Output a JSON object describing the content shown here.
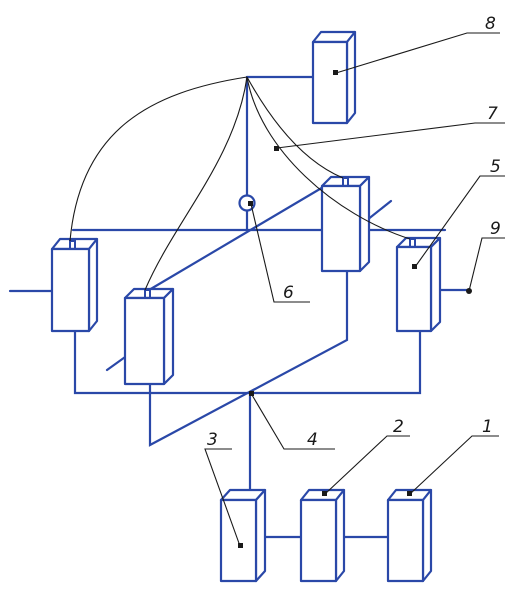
{
  "colors": {
    "frame": "#2a48a8",
    "leader": "#1a1a1a",
    "background": "#ffffff"
  },
  "labels": {
    "l1": "1",
    "l2": "2",
    "l3": "3",
    "l4": "4",
    "l5": "5",
    "l6": "6",
    "l7": "7",
    "l8": "8",
    "l9": "9"
  }
}
